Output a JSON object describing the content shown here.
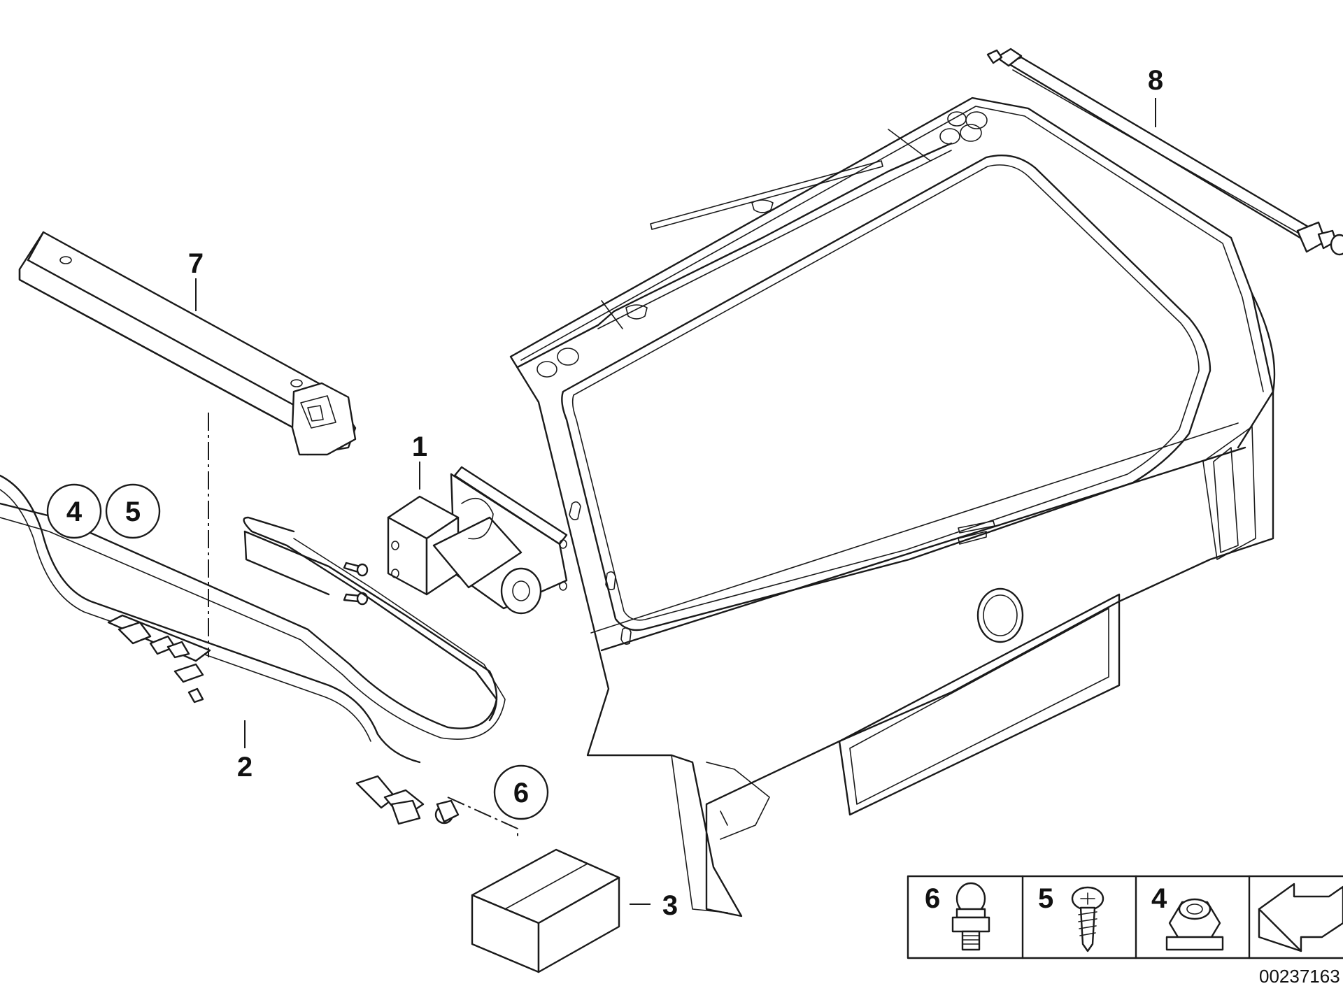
{
  "diagram": {
    "callouts": {
      "c1": "1",
      "c2": "2",
      "c3": "3",
      "c4": "4",
      "c5": "5",
      "c6": "6",
      "c7": "7",
      "c8": "8"
    },
    "legend": {
      "items": [
        {
          "label": "6",
          "icon": "ball-stud-icon"
        },
        {
          "label": "5",
          "icon": "screw-icon"
        },
        {
          "label": "4",
          "icon": "hex-nut-icon"
        }
      ],
      "direction_icon": "direction-arrow-icon"
    },
    "reference_number": "00237163"
  }
}
